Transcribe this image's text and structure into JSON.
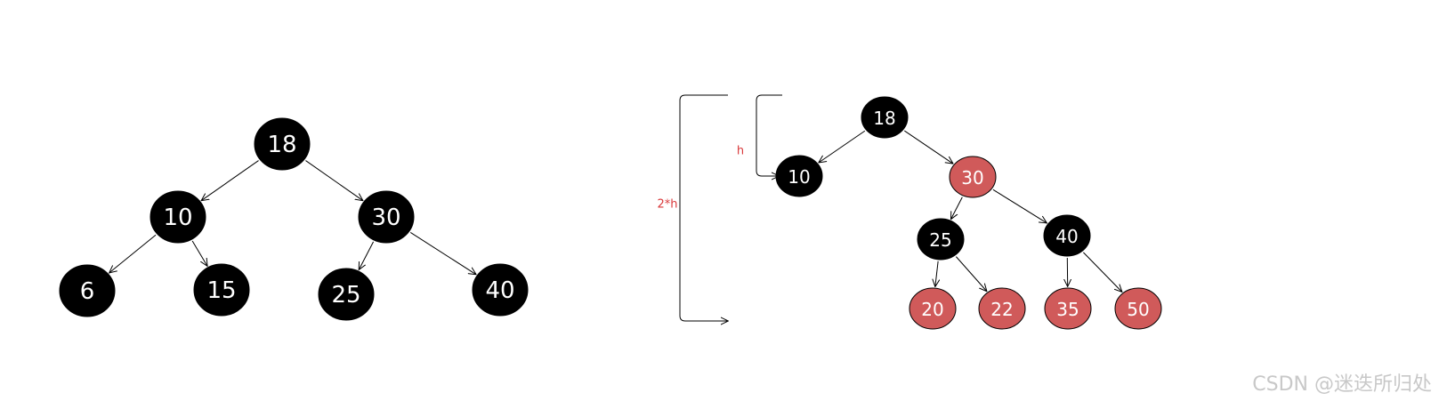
{
  "colors": {
    "black_node": "#000000",
    "red_node": "#d05a5a",
    "node_text": "#ffffff",
    "edge": "#000000",
    "annotation": "#d9383a"
  },
  "left_tree": {
    "nodes": [
      {
        "id": "18",
        "label": "18",
        "color": "black"
      },
      {
        "id": "10",
        "label": "10",
        "color": "black"
      },
      {
        "id": "30",
        "label": "30",
        "color": "black"
      },
      {
        "id": "6",
        "label": "6",
        "color": "black"
      },
      {
        "id": "15",
        "label": "15",
        "color": "black"
      },
      {
        "id": "25",
        "label": "25",
        "color": "black"
      },
      {
        "id": "40",
        "label": "40",
        "color": "black"
      }
    ],
    "edges": [
      {
        "from": "18",
        "to": "10"
      },
      {
        "from": "18",
        "to": "30"
      },
      {
        "from": "10",
        "to": "6"
      },
      {
        "from": "10",
        "to": "15"
      },
      {
        "from": "30",
        "to": "25"
      },
      {
        "from": "30",
        "to": "40"
      }
    ]
  },
  "right_tree": {
    "nodes": [
      {
        "id": "18",
        "label": "18",
        "color": "black"
      },
      {
        "id": "10",
        "label": "10",
        "color": "black"
      },
      {
        "id": "30",
        "label": "30",
        "color": "red"
      },
      {
        "id": "25",
        "label": "25",
        "color": "black"
      },
      {
        "id": "40",
        "label": "40",
        "color": "black"
      },
      {
        "id": "20",
        "label": "20",
        "color": "red"
      },
      {
        "id": "22",
        "label": "22",
        "color": "red"
      },
      {
        "id": "35",
        "label": "35",
        "color": "red"
      },
      {
        "id": "50",
        "label": "50",
        "color": "red"
      }
    ],
    "edges": [
      {
        "from": "18",
        "to": "10"
      },
      {
        "from": "18",
        "to": "30"
      },
      {
        "from": "30",
        "to": "25"
      },
      {
        "from": "30",
        "to": "40"
      },
      {
        "from": "25",
        "to": "20"
      },
      {
        "from": "25",
        "to": "22"
      },
      {
        "from": "40",
        "to": "35"
      },
      {
        "from": "40",
        "to": "50"
      }
    ]
  },
  "annotations": {
    "short_path_label": "h",
    "long_path_label": "2*h"
  },
  "watermark": "CSDN @迷迭所归处"
}
